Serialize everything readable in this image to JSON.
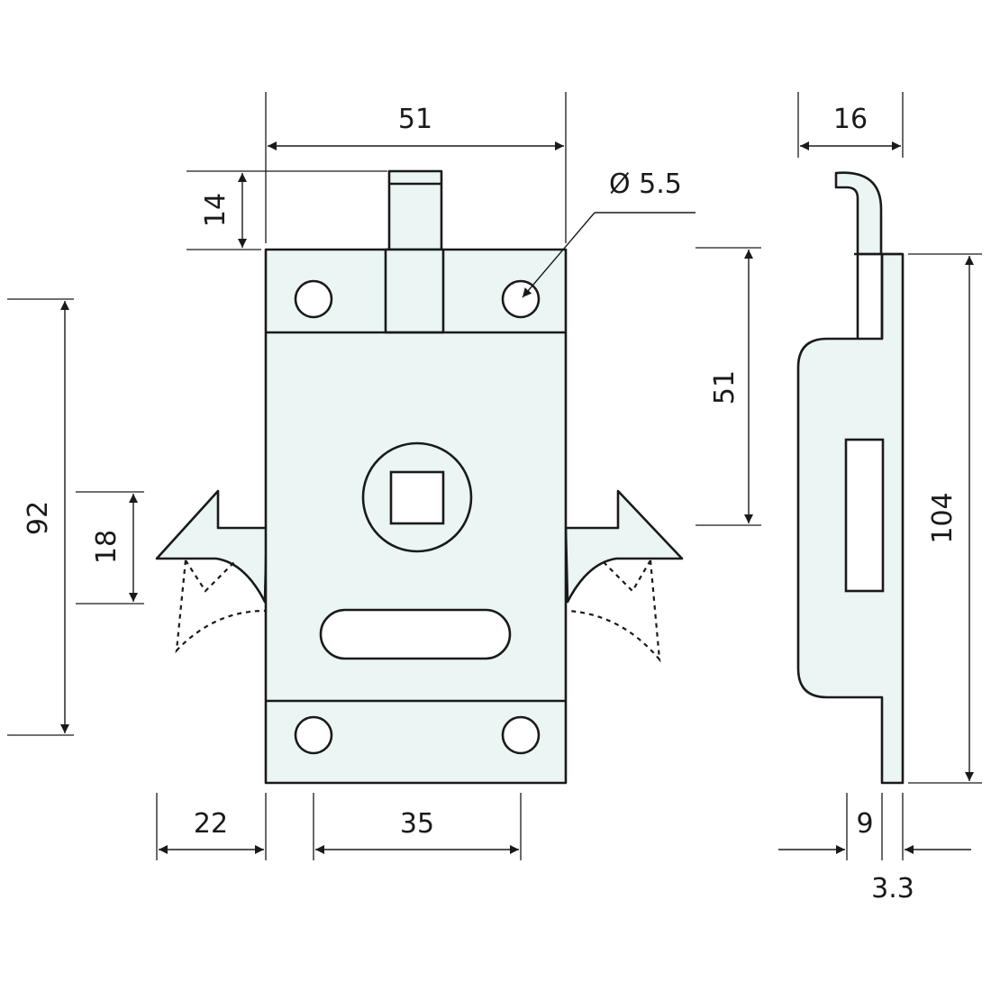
{
  "dimensions": {
    "top_width": "51",
    "bolt_height": "14",
    "hole_diameter": "Ø 5.5",
    "left_height": "92",
    "latch_height": "18",
    "latch_width": "22",
    "slot_width": "35",
    "hole_spacing": "51",
    "side_width": "16",
    "side_height": "104",
    "depth": "9",
    "thickness": "3.3"
  }
}
